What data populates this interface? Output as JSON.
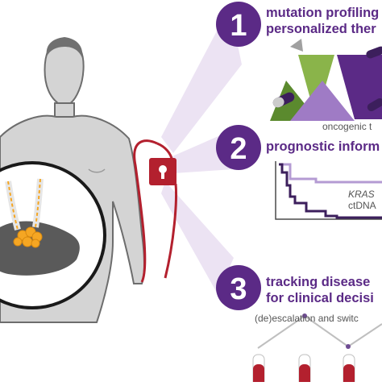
{
  "steps": [
    {
      "number": "1",
      "line1": "mutation profiling",
      "line2": "personalized ther"
    },
    {
      "number": "2",
      "line1": "prognostic inform"
    },
    {
      "number": "3",
      "line1": "tracking disease",
      "line2": "for clinical decisi"
    }
  ],
  "labels": {
    "oncogenic": "oncogenic t",
    "kras": "KRAS",
    "ctdna": "ctDNA",
    "escalation": "(de)escalation and switc"
  },
  "colors": {
    "purple": "#5b2a86",
    "lightPurple": "#9f7bc5",
    "green": "#8ab44a",
    "red": "#b3202e",
    "skin": "#d4d4d4"
  }
}
